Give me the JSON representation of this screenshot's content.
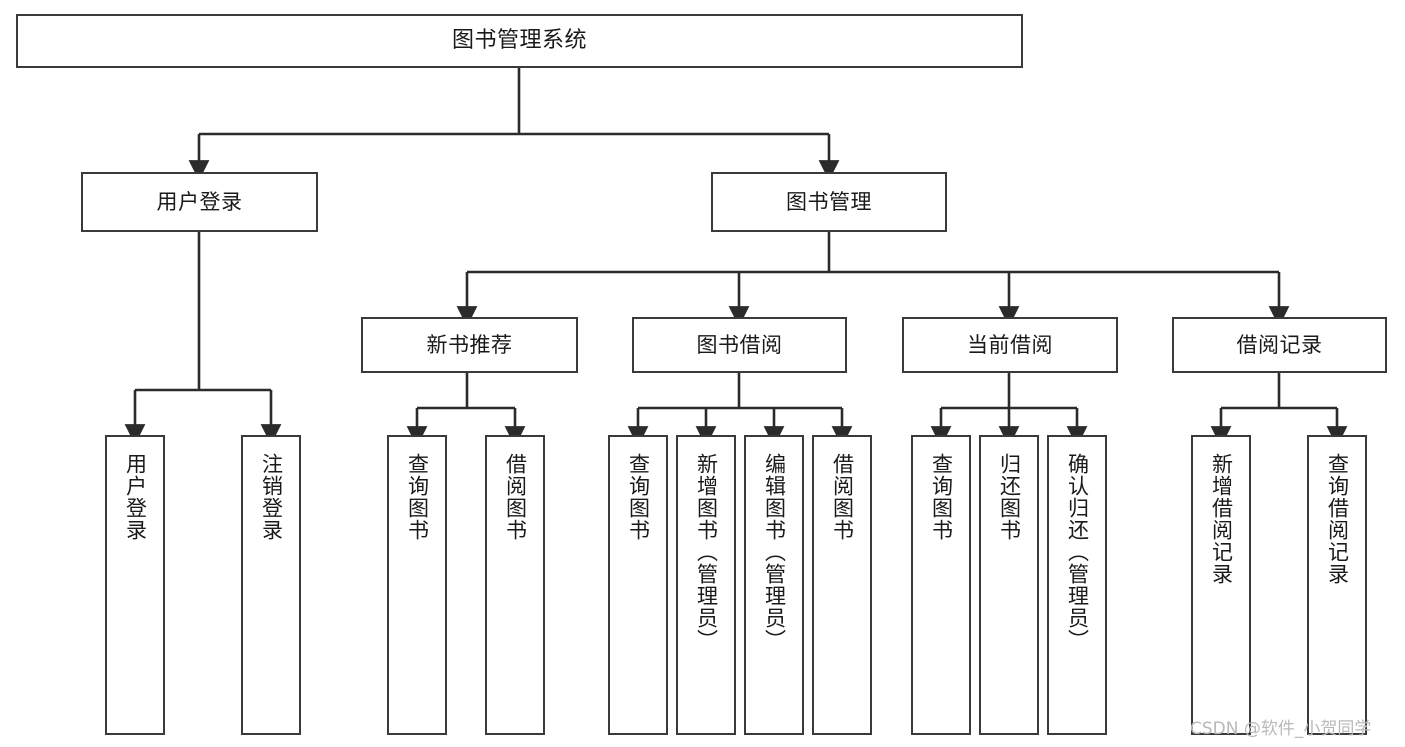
{
  "diagram": {
    "title": "图书管理系统",
    "type": "tree",
    "watermark": "CSDN @软件_小贺同学",
    "colors": {
      "box_border": "#3a3a3a",
      "box_fill": "#ffffff",
      "edge": "#2b2b2b",
      "text": "#1a1a1a",
      "watermark": "#b9b9b9",
      "background": "#ffffff"
    },
    "nodes": {
      "root": {
        "label": "图书管理系统"
      },
      "level2": [
        {
          "id": "user-login",
          "label": "用户登录"
        },
        {
          "id": "book-manage",
          "label": "图书管理"
        }
      ],
      "level3": [
        {
          "id": "new-book-recommend",
          "label": "新书推荐"
        },
        {
          "id": "book-borrow",
          "label": "图书借阅"
        },
        {
          "id": "current-borrow",
          "label": "当前借阅"
        },
        {
          "id": "borrow-record",
          "label": "借阅记录"
        }
      ],
      "leaves": {
        "user-login": [
          {
            "id": "leaf-user-login",
            "label": "用户登录"
          },
          {
            "id": "leaf-logout-login",
            "label": "注销登录"
          }
        ],
        "new-book-recommend": [
          {
            "id": "leaf-query-book-1",
            "label": "查询图书"
          },
          {
            "id": "leaf-borrow-book-1",
            "label": "借阅图书"
          }
        ],
        "book-borrow": [
          {
            "id": "leaf-query-book-2",
            "label": "查询图书"
          },
          {
            "id": "leaf-add-book",
            "label": "新增图书（管理员）"
          },
          {
            "id": "leaf-edit-book",
            "label": "编辑图书（管理员）"
          },
          {
            "id": "leaf-borrow-book-2",
            "label": "借阅图书"
          }
        ],
        "current-borrow": [
          {
            "id": "leaf-query-book-3",
            "label": "查询图书"
          },
          {
            "id": "leaf-return-book",
            "label": "归还图书"
          },
          {
            "id": "leaf-confirm-return",
            "label": "确认归还（管理员）"
          }
        ],
        "borrow-record": [
          {
            "id": "leaf-add-record",
            "label": "新增借阅记录"
          },
          {
            "id": "leaf-query-record",
            "label": "查询借阅记录"
          }
        ]
      }
    }
  }
}
